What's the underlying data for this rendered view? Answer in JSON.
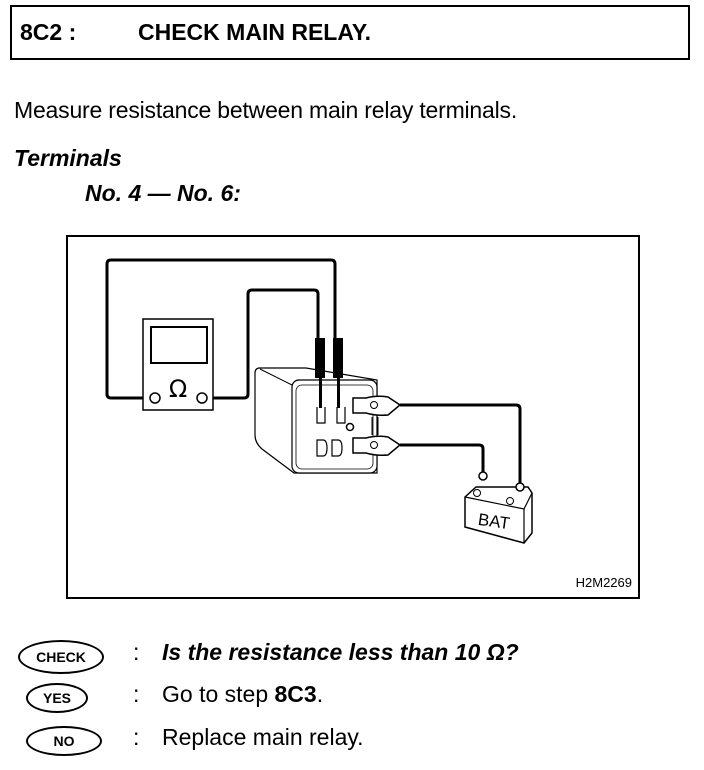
{
  "header": {
    "step": "8C2 :",
    "title": "CHECK MAIN RELAY."
  },
  "intro": "Measure resistance between main relay terminals.",
  "terminals_heading": "Terminals",
  "terminals_pair": "No. 4 — No. 6:",
  "diagram": {
    "meter_symbol": "Ω",
    "battery_label": "BAT",
    "figure_id": "H2M2269"
  },
  "results": [
    {
      "badge": "CHECK",
      "colon": ":",
      "text": "Is the resistance less than 10 Ω?"
    },
    {
      "badge": "YES",
      "colon": ":",
      "text_prefix": "Go to step ",
      "text_bold": "8C3",
      "text_suffix": "."
    },
    {
      "badge": "NO",
      "colon": ":",
      "text": "Replace main relay."
    }
  ]
}
